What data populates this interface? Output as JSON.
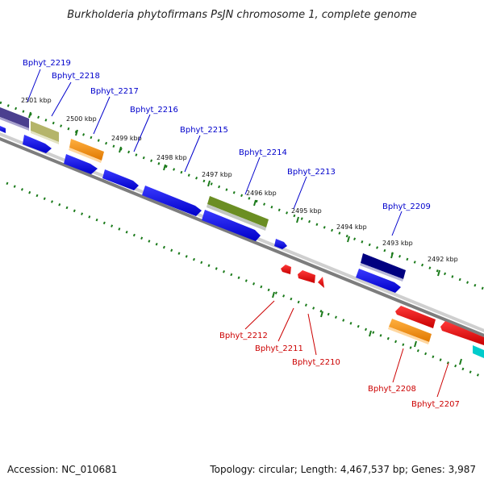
{
  "title": "Burkholderia phytofirmans PsJN chromosome 1, complete genome",
  "footer": {
    "accession": "Accession: NC_010681",
    "summary": "Topology: circular; Length: 4,467,537 bp; Genes: 3,987"
  },
  "colors": {
    "forward_label": "#0000cc",
    "reverse_label": "#cc0000",
    "backbone": "#808080",
    "tick": "#1a7a1a"
  },
  "kbp_labels": [
    "2501 kbp",
    "2500 kbp",
    "2499 kbp",
    "2498 kbp",
    "2497 kbp",
    "2496 kbp",
    "2495 kbp",
    "2494 kbp",
    "2493 kbp",
    "2492 kbp"
  ],
  "genes_forward": [
    {
      "name": "Bphyt_2219",
      "color": "#4b3f8f"
    },
    {
      "name": "Bphyt_2218",
      "color": "#b5b56a"
    },
    {
      "name": "Bphyt_2217",
      "color": "#ff8c00"
    },
    {
      "name": "Bphyt_2216",
      "color": "#0000ee"
    },
    {
      "name": "Bphyt_2215",
      "color": "#0000ee"
    },
    {
      "name": "Bphyt_2214",
      "color": "#6b8e23"
    },
    {
      "name": "Bphyt_2213",
      "color": "#0000ee"
    },
    {
      "name": "Bphyt_2209",
      "color": "#000080"
    }
  ],
  "genes_reverse": [
    {
      "name": "Bphyt_2212",
      "color": "#ee0000"
    },
    {
      "name": "Bphyt_2211",
      "color": "#ee0000"
    },
    {
      "name": "Bphyt_2210",
      "color": "#ee0000"
    },
    {
      "name": "Bphyt_2208",
      "color": "#ff8c00"
    },
    {
      "name": "Bphyt_2207",
      "color": "#ee0000"
    }
  ]
}
